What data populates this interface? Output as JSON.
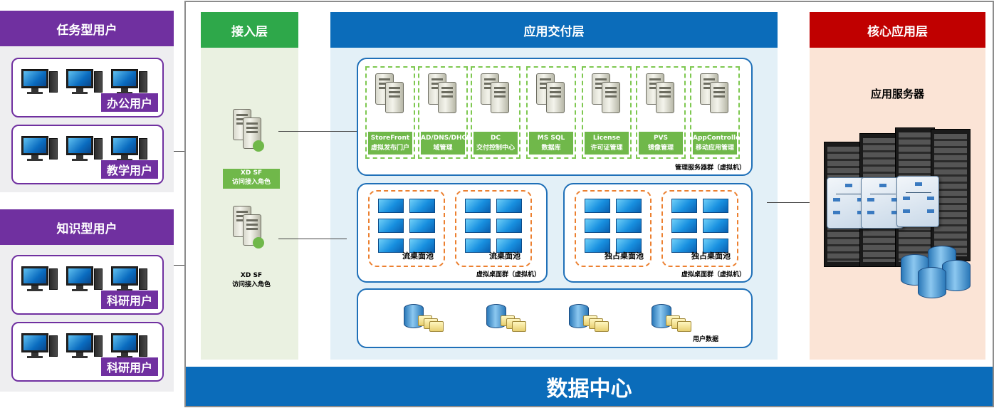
{
  "user_groups": [
    {
      "title": "任务型用户",
      "boxes": [
        "办公用户",
        "教学用户"
      ]
    },
    {
      "title": "知识型用户",
      "boxes": [
        "科研用户",
        "科研用户"
      ]
    }
  ],
  "layers": {
    "access": "接入层",
    "delivery": "应用交付层",
    "core": "核心应用层"
  },
  "access_nodes": [
    {
      "line1": "XD SF",
      "line2": "访问接入角色"
    },
    {
      "line1": "XD SF",
      "line2": "访问接入角色"
    }
  ],
  "servers": [
    {
      "name": "StoreFront",
      "desc": "虚拟发布门户"
    },
    {
      "name": "AD/DNS/DHCP",
      "desc": "域管理"
    },
    {
      "name": "DC",
      "desc": "交付控制中心"
    },
    {
      "name": "MS SQL",
      "desc": "数据库"
    },
    {
      "name": "License",
      "desc": "许可证管理"
    },
    {
      "name": "PVS",
      "desc": "镜像管理"
    },
    {
      "name": "AppController",
      "desc": "移动应用管理"
    }
  ],
  "server_group_caption": "管理服务器群（虚拟机）",
  "desktop_groups": [
    {
      "pools": [
        "流桌面池",
        "流桌面池"
      ],
      "caption": "虚拟桌面群（虚拟机）"
    },
    {
      "pools": [
        "独占桌面池",
        "独占桌面池"
      ],
      "caption": "虚拟桌面群（虚拟机）"
    }
  ],
  "user_data_caption": "用户数据",
  "app_server_title": "应用服务器",
  "datacenter": "数据中心",
  "colors": {
    "purple": "#7030a0",
    "green": "#2ea84a",
    "blue": "#0b6cba",
    "red": "#c00000",
    "server_green": "#70b84a",
    "pool_orange": "#ec8030"
  }
}
